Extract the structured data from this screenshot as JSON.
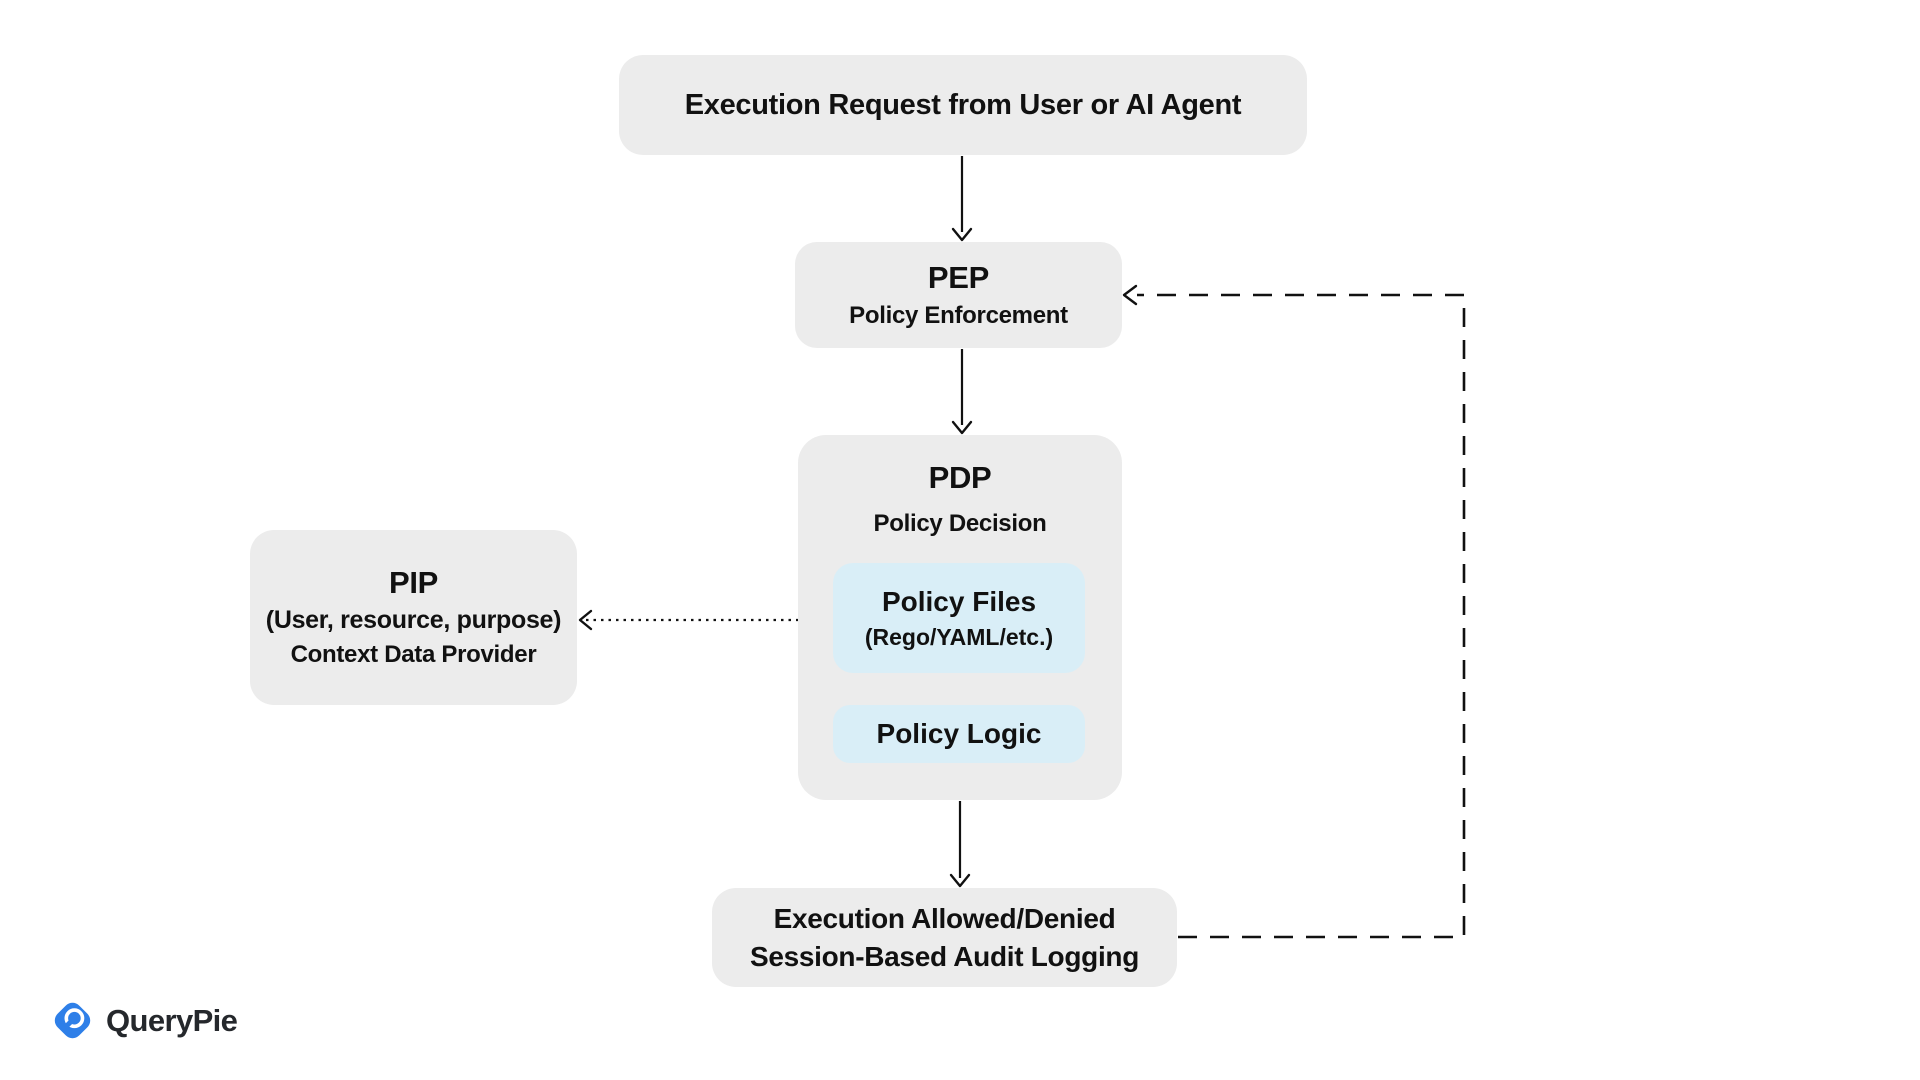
{
  "colors": {
    "page_background": "#ffffff",
    "box_fill": "#ececec",
    "inner_box_fill": "#d9eef7",
    "text_color": "#111111",
    "connector_color": "#111111",
    "logo_blue": "#2e7fe8",
    "brand_text_color": "#25282c"
  },
  "diagram": {
    "request_box": {
      "label": "Execution Request from User or AI Agent"
    },
    "pep_box": {
      "title": "PEP",
      "subtitle": "Policy Enforcement"
    },
    "pdp_box": {
      "title": "PDP",
      "subtitle": "Policy Decision",
      "policy_files_box": {
        "title": "Policy Files",
        "subtitle": "(Rego/YAML/etc.)"
      },
      "policy_logic_box": {
        "title": "Policy Logic"
      }
    },
    "pip_box": {
      "title": "PIP",
      "subtitle": "(User, resource, purpose)",
      "description": "Context Data Provider"
    },
    "result_box": {
      "line1": "Execution Allowed/Denied",
      "line2": "Session-Based Audit Logging"
    }
  },
  "footer": {
    "brand": "QueryPie"
  }
}
